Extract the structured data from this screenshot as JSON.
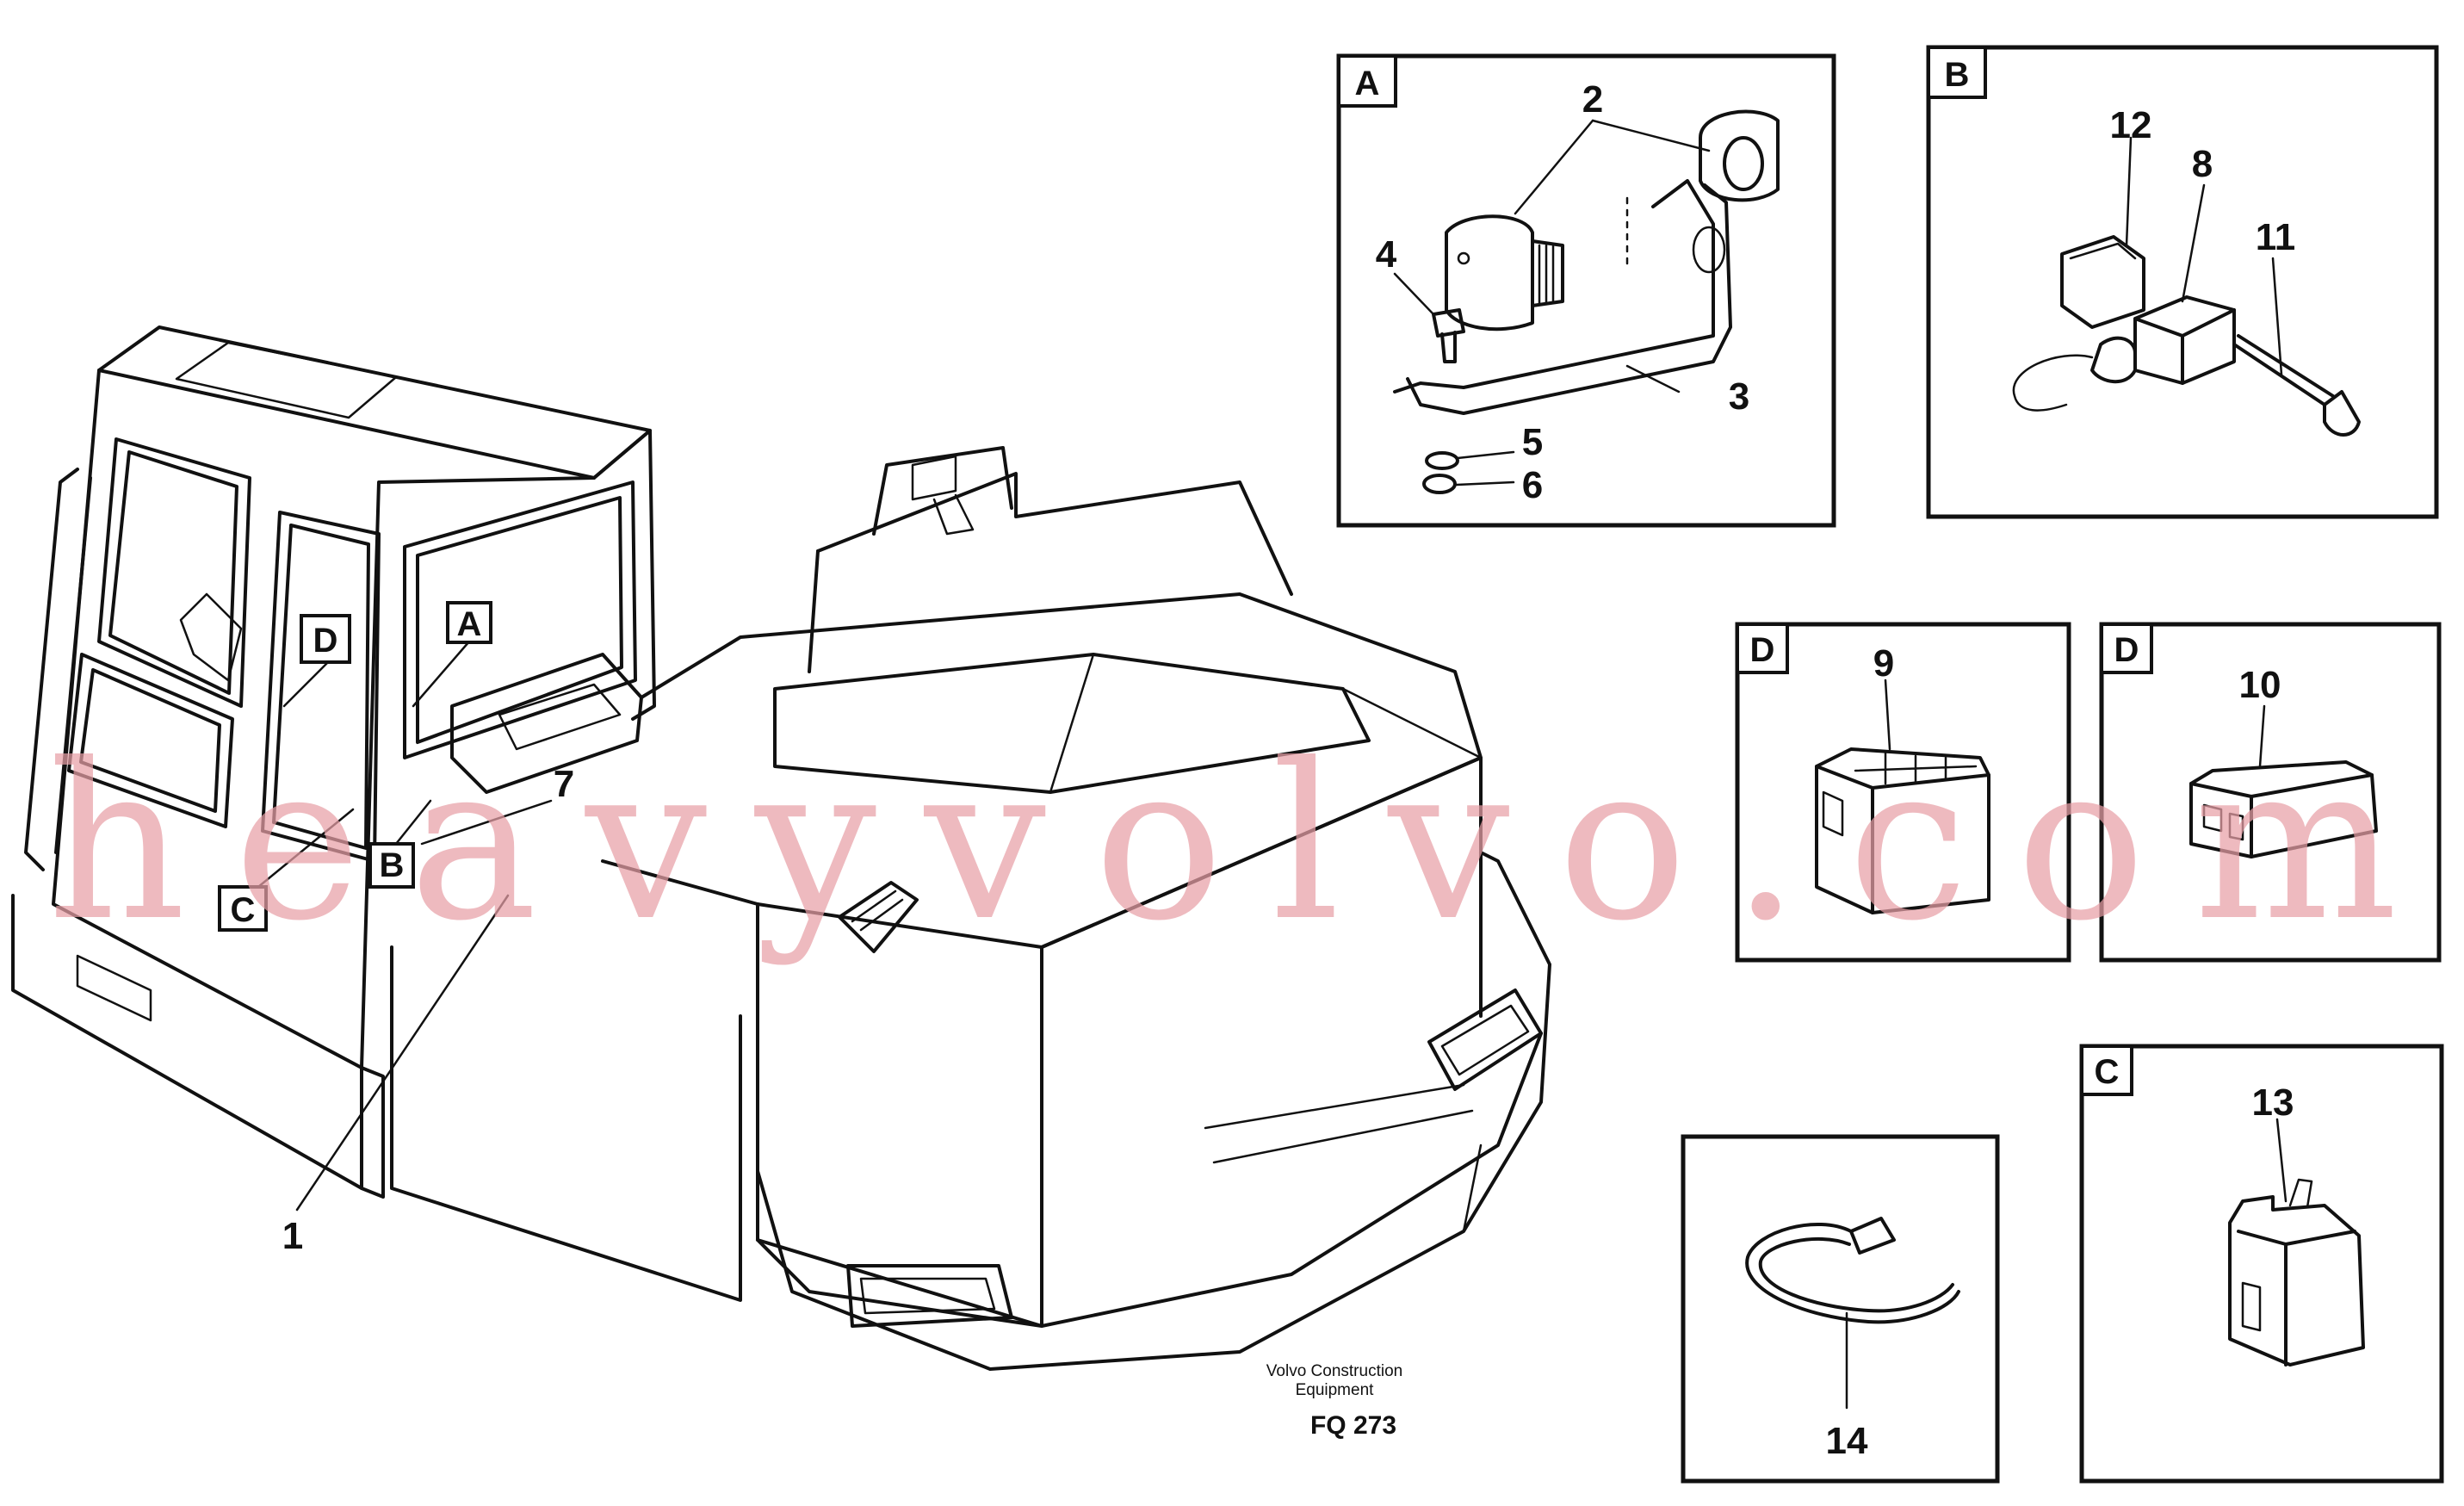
{
  "panels": {
    "A": {
      "tag": "A",
      "callouts": [
        "2",
        "4",
        "3",
        "5",
        "6"
      ]
    },
    "B": {
      "tag": "B",
      "callouts": [
        "12",
        "8",
        "11"
      ]
    },
    "D1": {
      "tag": "D",
      "callouts": [
        "9"
      ]
    },
    "D2": {
      "tag": "D",
      "callouts": [
        "10"
      ]
    },
    "E": {
      "callouts": [
        "14"
      ]
    },
    "C": {
      "tag": "C",
      "callouts": [
        "13"
      ]
    }
  },
  "main": {
    "tags": {
      "A": "A",
      "B": "B",
      "C": "C",
      "D": "D"
    },
    "callouts": {
      "item1": "1",
      "item7": "7"
    }
  },
  "credit": {
    "line1": "Volvo Construction",
    "line2": "Equipment"
  },
  "figure_code": "FQ 273",
  "watermark": "heavyvolvo.com",
  "colors": {
    "line": "#111111",
    "watermark": "#e8a0a6",
    "background": "#ffffff"
  }
}
